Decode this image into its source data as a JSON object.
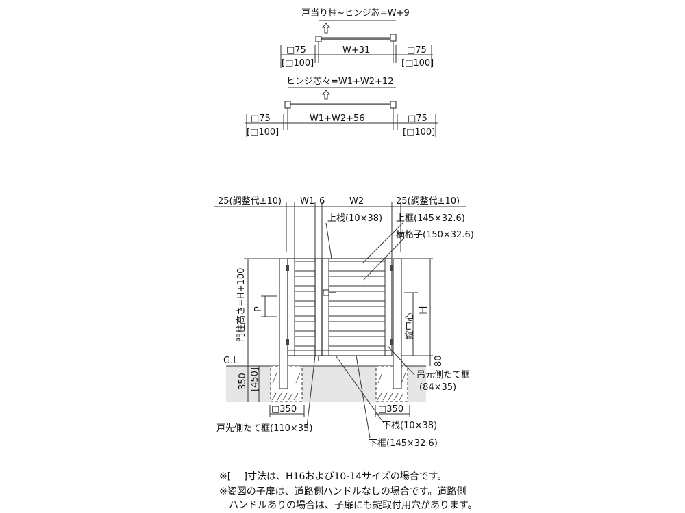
{
  "plan_top": {
    "title": "戸当り柱~ヒンジ芯=W+9",
    "center": "W+31",
    "left_post": "□75",
    "left_post_alt": "[□100]",
    "right_post": "□75",
    "right_post_alt": "[□100]"
  },
  "plan_double": {
    "title": "ヒンジ芯々=W1+W2+12",
    "center": "W1+W2+56",
    "left_post": "□75",
    "left_post_alt": "[□100]",
    "right_post": "□75",
    "right_post_alt": "[□100]"
  },
  "elevation": {
    "top_left_adjust": "25(調整代±10)",
    "w1": "W1",
    "gap": "6",
    "w2": "W2",
    "top_right_adjust": "25(調整代±10)",
    "upper_rail": "上桟(10×38)",
    "upper_frame": "上框(145×32.6)",
    "horizontal_slat": "横格子(150×32.6)",
    "post_height": "門柱高さ=H+100",
    "p_label": "P",
    "h_label": "H",
    "lock_center": "錠中心",
    "gl": "G.L",
    "bottom_gap": "80",
    "depth": "350",
    "depth_alt": "[450]",
    "hinge_frame": "吊元側たて框",
    "hinge_frame_size": "(84×35)",
    "footing_left": "□350",
    "footing_right": "□350",
    "latch_frame": "戸先側たて框(110×35)",
    "lower_rail": "下桟(10×38)",
    "lower_frame": "下框(145×32.6)"
  },
  "notes": {
    "line1": "※[　 ]寸法は、H16および10-14サイズの場合です。",
    "line2": "※姿図の子扉は、道路側ハンドルなしの場合です。道路側",
    "line3": "ハンドルありの場合は、子扉にも錠取付用穴があります。"
  }
}
